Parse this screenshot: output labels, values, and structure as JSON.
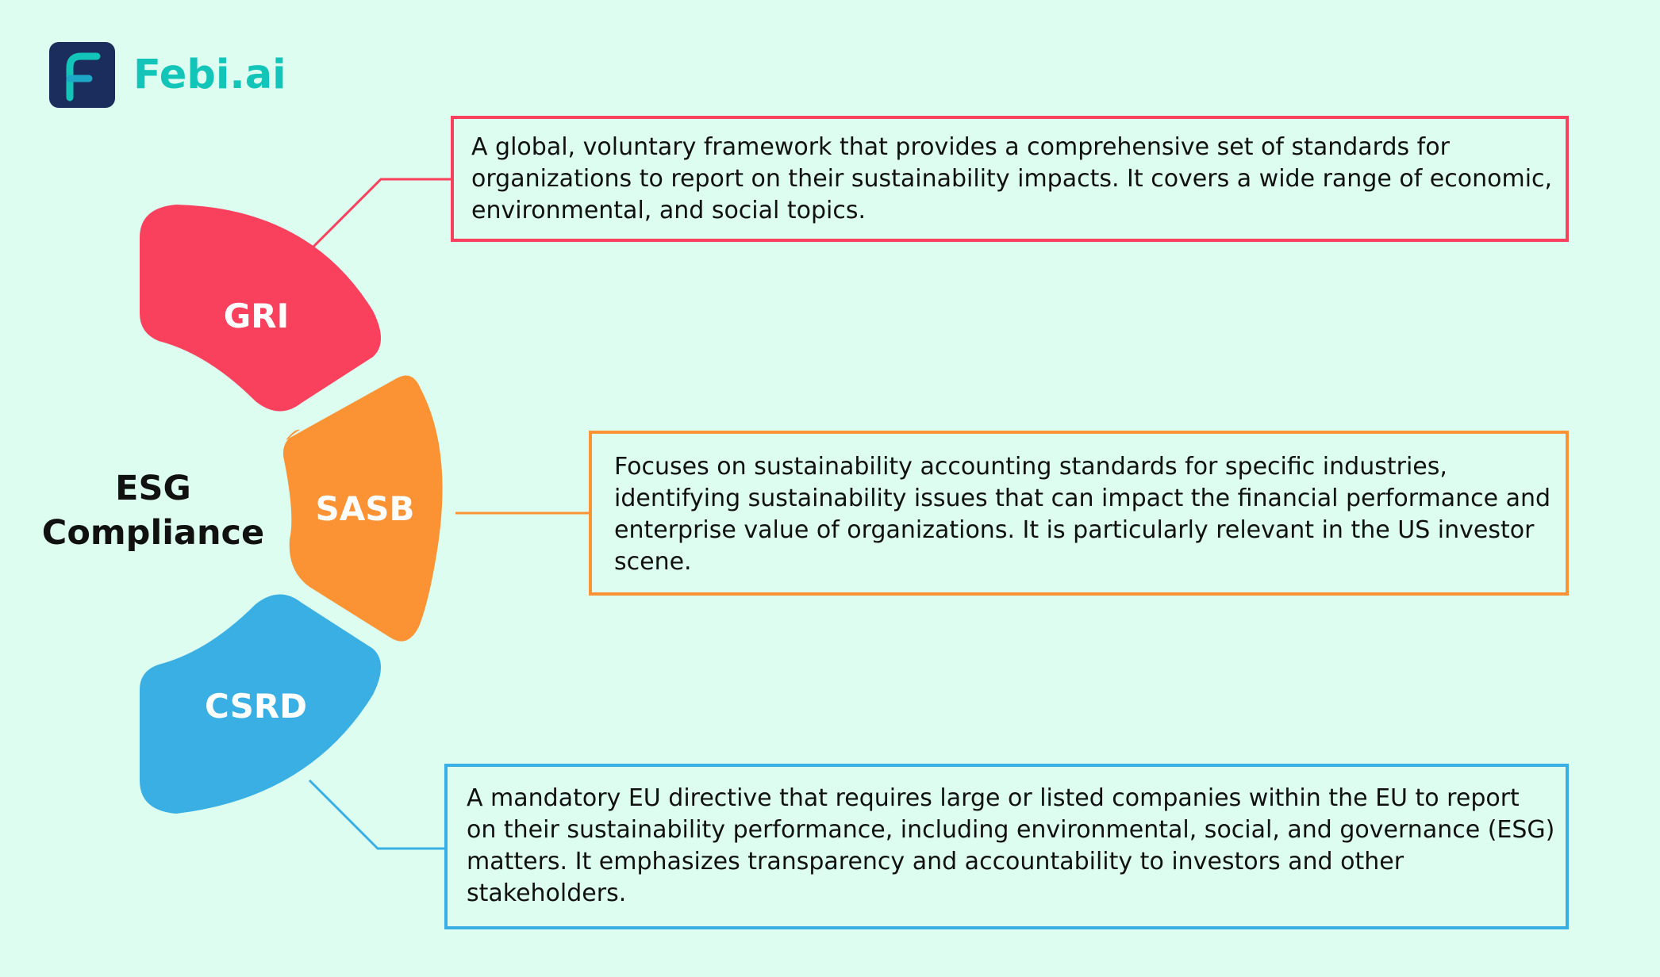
{
  "brand": {
    "name": "Febi.ai",
    "accent": "#13c5b8",
    "logo_bg": "#1a2d5c"
  },
  "center": {
    "line1": "ESG",
    "line2": "Compliance"
  },
  "frameworks": [
    {
      "label": "GRI",
      "color": "#f9405c",
      "description": "A global, voluntary framework that provides a comprehensive set of standards for organizations to report on their sustainability impacts. It covers a wide range of economic, environmental, and social topics."
    },
    {
      "label": "SASB",
      "color": "#fb9233",
      "description": "Focuses on sustainability accounting standards for specific industries, identifying sustainability issues that can impact the financial performance and enterprise value of organizations. It is particularly relevant in the US investor scene."
    },
    {
      "label": "CSRD",
      "color": "#3aafe3",
      "description": "A mandatory EU directive that requires large or listed companies within the EU to report on their sustainability performance, including environmental, social, and governance (ESG) matters. It emphasizes transparency and accountability to investors and other stakeholders."
    }
  ]
}
